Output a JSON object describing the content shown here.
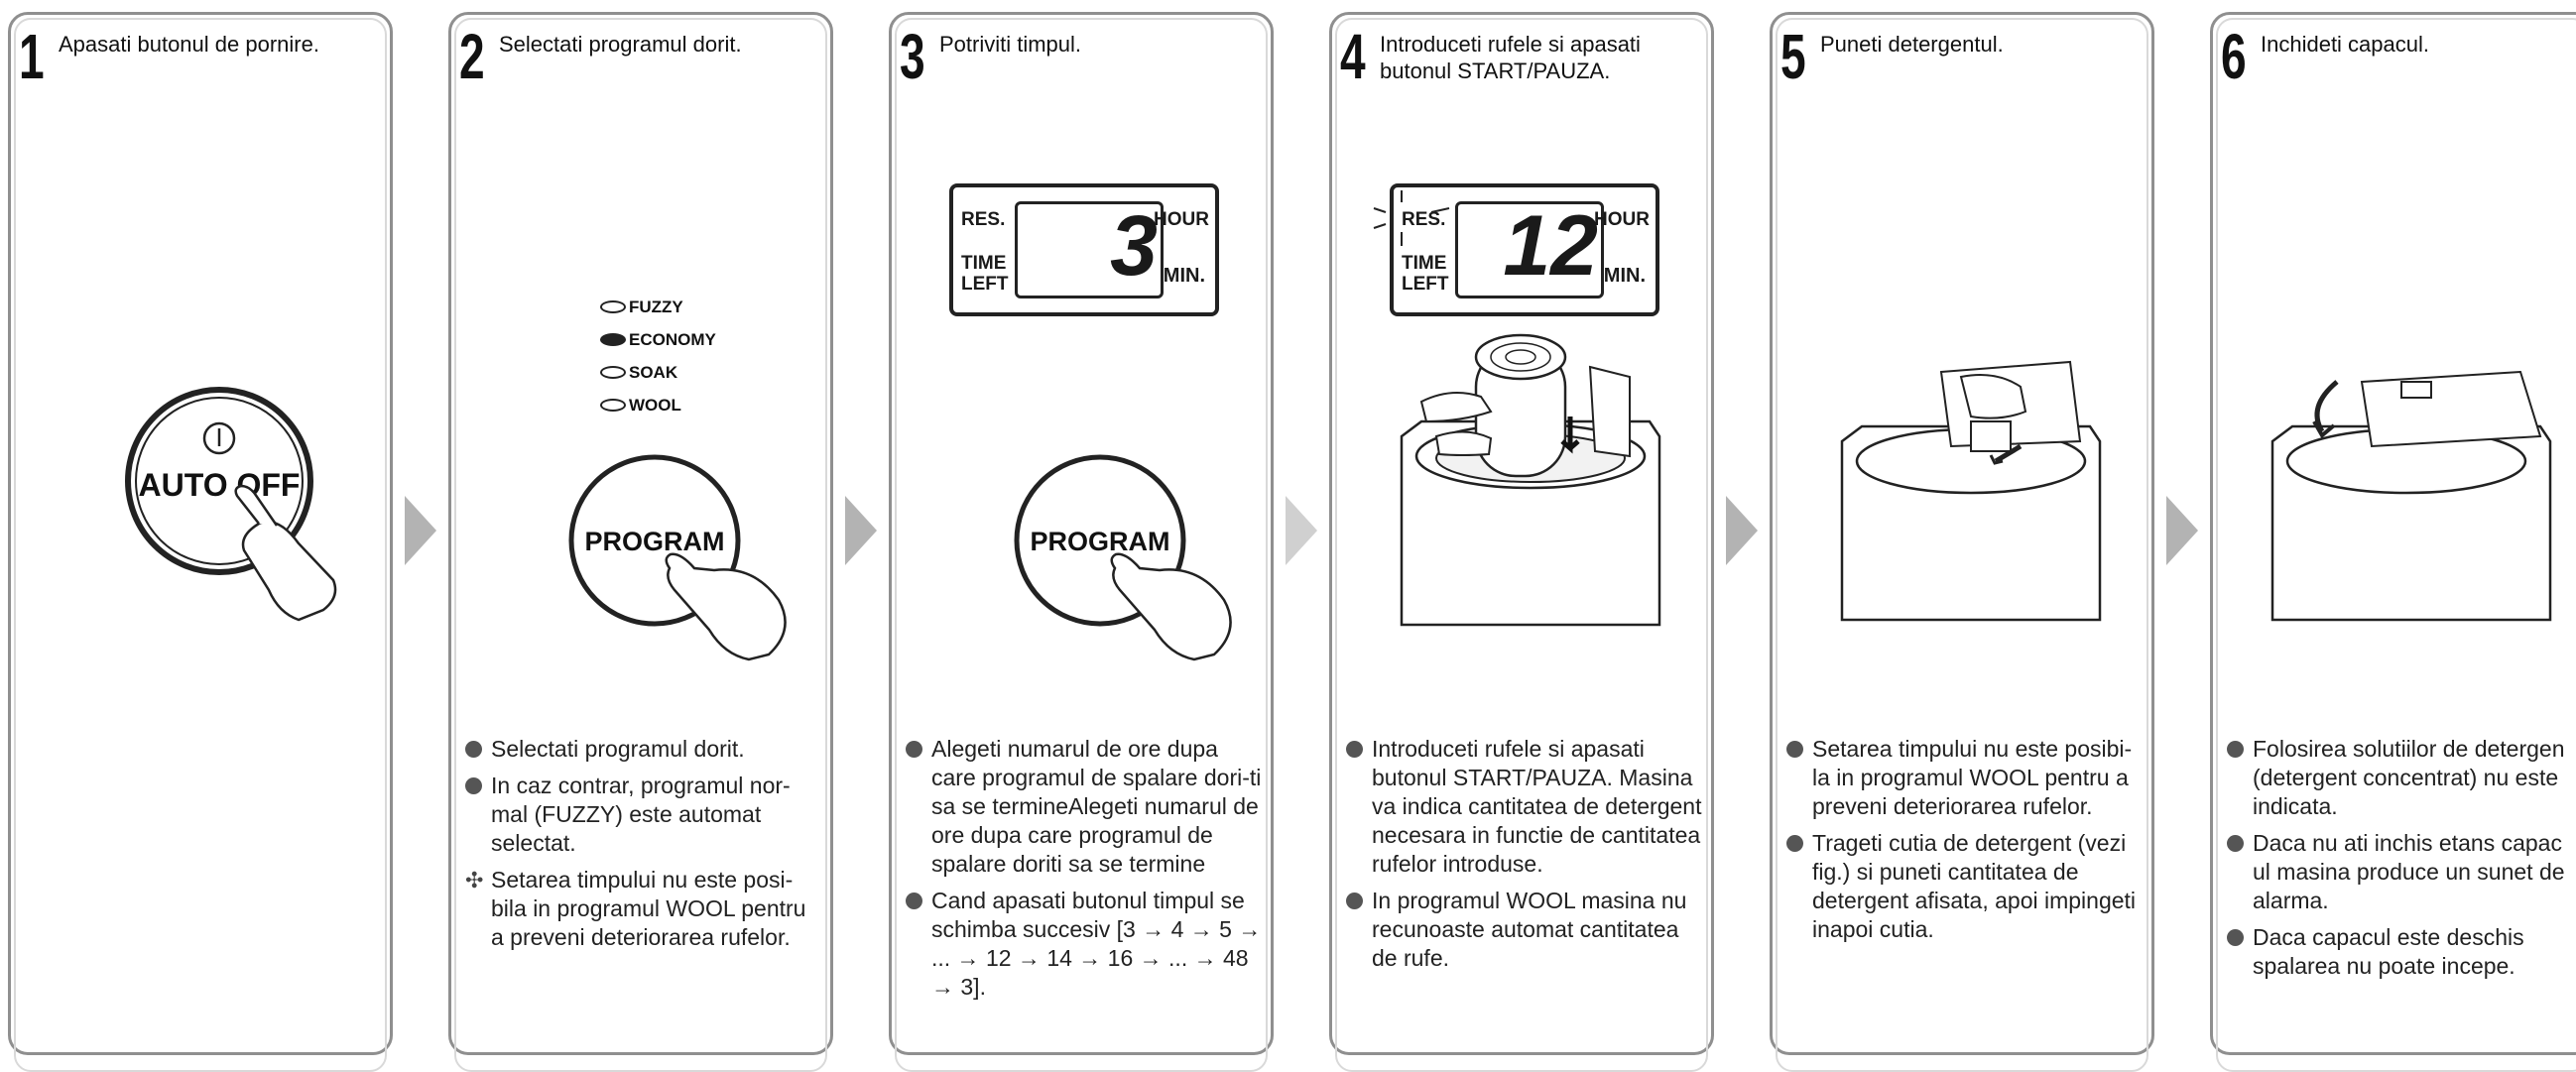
{
  "steps": [
    {
      "number": "1",
      "title": "Apasati butonul de pornire.",
      "button_label": "AUTO OFF",
      "notes": []
    },
    {
      "number": "2",
      "title": "Selectati programul dorit.",
      "programs": [
        "FUZZY",
        "ECONOMY",
        "SOAK",
        "WOOL"
      ],
      "selected_program": "ECONOMY",
      "button_label": "PROGRAM",
      "notes": [
        {
          "type": "bullet",
          "text": "Selectati programul dorit."
        },
        {
          "type": "bullet",
          "text": "In caz contrar, programul nor-mal (FUZZY) este automat selectat."
        },
        {
          "type": "star",
          "text": "Setarea timpului nu este posi-bila in programul WOOL pentru a preveni deteriorarea rufelor."
        }
      ]
    },
    {
      "number": "3",
      "title": "Potriviti timpul.",
      "display": {
        "res": "RES.",
        "time_left": "TIME LEFT",
        "value": "3",
        "hour": "HOUR",
        "min": "MIN."
      },
      "button_label": "PROGRAM",
      "notes": [
        {
          "type": "bullet",
          "text": "Alegeti numarul de ore dupa care programul de spalare dori-ti sa se termineAlegeti numarul de ore dupa care programul de spalare doriti sa se termine"
        },
        {
          "type": "bullet",
          "text": "Cand apasati butonul timpul se schimba succesiv [3 → 4 → 5 → ... → 12 → 14 → 16 → ... → 48 → 3]."
        }
      ]
    },
    {
      "number": "4",
      "title": "Introduceti rufele si apasati butonul START/PAUZA.",
      "display": {
        "res": "RES.",
        "time_left": "TIME LEFT",
        "value": "12",
        "hour": "HOUR",
        "min": "MIN."
      },
      "notes": [
        {
          "type": "bullet",
          "text": "Introduceti rufele si apasati butonul START/PAUZA. Masina va  indica cantitatea de detergent necesara in functie de cantitatea rufelor introduse."
        },
        {
          "type": "bullet",
          "text": "In programul WOOL masina nu recunoaste automat cantitatea de rufe."
        }
      ]
    },
    {
      "number": "5",
      "title": "Puneti detergentul.",
      "notes": [
        {
          "type": "bullet",
          "text": "Setarea timpului nu este posibi-la in programul WOOL pentru a preveni deteriorarea rufelor."
        },
        {
          "type": "bullet",
          "text": "Trageti cutia de detergent (vezi fig.) si puneti cantitatea de detergent afisata, apoi impingeti inapoi cutia."
        }
      ]
    },
    {
      "number": "6",
      "title": "Inchideti capacul.",
      "notes": [
        {
          "type": "bullet",
          "text": "Folosirea solutiilor de detergen (detergent concentrat) nu este indicata."
        },
        {
          "type": "bullet",
          "text": "Daca nu ati inchis etans capac ul masina produce un sunet de alarma."
        },
        {
          "type": "bullet",
          "text": "Daca capacul este deschis spalarea nu poate incepe."
        }
      ]
    }
  ]
}
